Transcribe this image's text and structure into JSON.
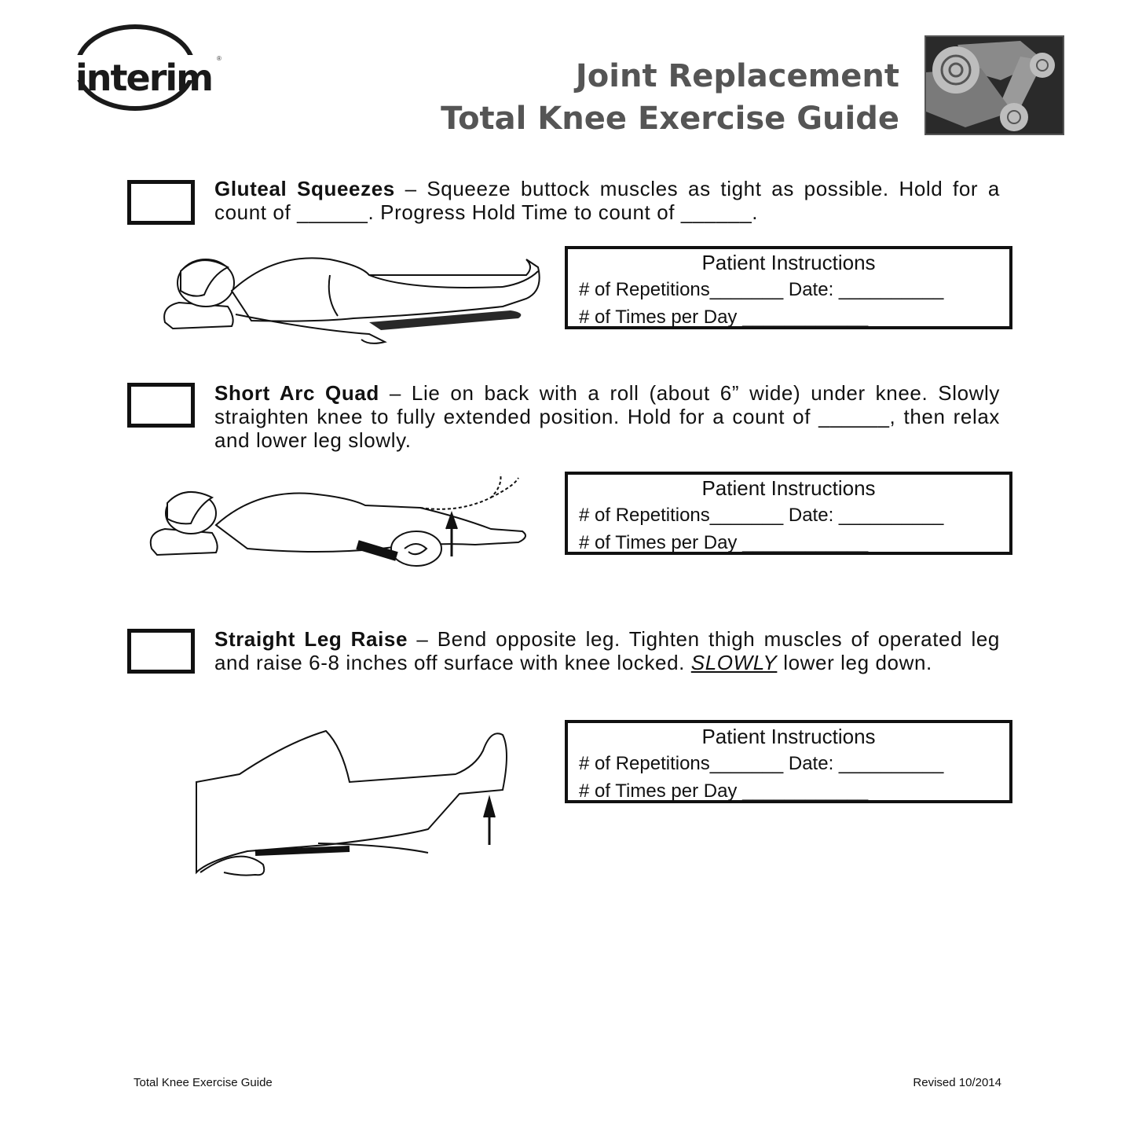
{
  "header": {
    "logo_text": "interim",
    "logo_mark": "®",
    "title_line1": "Joint Replacement",
    "title_line2": "Total Knee Exercise Guide"
  },
  "exercises": [
    {
      "name": "Gluteal Squeezes",
      "text": " – Squeeze buttock muscles as tight as possible. Hold for a count of ______. Progress Hold Time to count of ______."
    },
    {
      "name": "Short Arc Quad",
      "text": " – Lie on back with a roll (about 6” wide) under knee. Slowly straighten knee to fully extended position.  Hold for a count of ______, then relax and lower leg slowly."
    },
    {
      "name": "Straight Leg Raise",
      "text_a": " – Bend opposite leg. Tighten thigh muscles of operated leg and raise 6-8 inches off surface with knee locked.",
      "emphasis": "SLOWLY",
      "text_b": " lower leg down."
    }
  ],
  "instructions": {
    "heading": "Patient Instructions",
    "repetitions": "# of Repetitions_______",
    "date": "Date: __________",
    "times_per_day": "# of Times per Day ____________"
  },
  "footer": {
    "left": "Total Knee Exercise Guide",
    "right": "Revised 10/2014"
  }
}
